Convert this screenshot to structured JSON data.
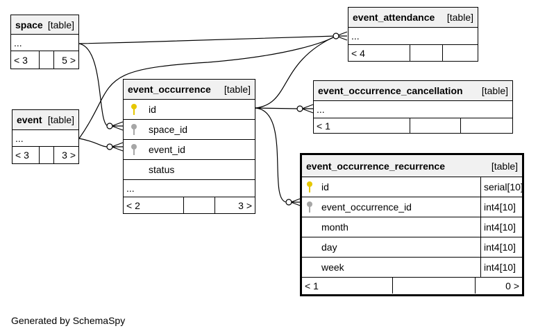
{
  "tables": {
    "space": {
      "name": "space",
      "kind": "[table]",
      "dots": "...",
      "foot_left": "< 3",
      "foot_right": "5 >"
    },
    "event": {
      "name": "event",
      "kind": "[table]",
      "dots": "...",
      "foot_left": "< 3",
      "foot_right": "3 >"
    },
    "event_attendance": {
      "name": "event_attendance",
      "kind": "[table]",
      "dots": "...",
      "foot_left": "< 4",
      "foot_right": ""
    },
    "event_occurrence": {
      "name": "event_occurrence",
      "kind": "[table]",
      "columns": [
        {
          "name": "id",
          "key": "primary-key-icon"
        },
        {
          "name": "space_id",
          "key": "foreign-key-icon"
        },
        {
          "name": "event_id",
          "key": "foreign-key-icon"
        },
        {
          "name": "status",
          "key": ""
        }
      ],
      "dots": "...",
      "foot_left": "< 2",
      "foot_right": "3 >"
    },
    "event_occurrence_cancellation": {
      "name": "event_occurrence_cancellation",
      "kind": "[table]",
      "dots": "...",
      "foot_left": "< 1",
      "foot_right": ""
    },
    "event_occurrence_recurrence": {
      "name": "event_occurrence_recurrence",
      "kind": "[table]",
      "columns": [
        {
          "name": "id",
          "type": "serial[10]",
          "key": "primary-key-icon"
        },
        {
          "name": "event_occurrence_id",
          "type": "int4[10]",
          "key": "foreign-key-icon"
        },
        {
          "name": "month",
          "type": "int4[10]",
          "key": ""
        },
        {
          "name": "day",
          "type": "int4[10]",
          "key": ""
        },
        {
          "name": "week",
          "type": "int4[10]",
          "key": ""
        }
      ],
      "foot_left": "< 1",
      "foot_right": "0 >"
    }
  },
  "footer": "Generated by SchemaSpy",
  "colors": {
    "primary_key": "#e6c700",
    "foreign_key": "#a6a6a6",
    "header_bg": "#f1f1f1"
  }
}
